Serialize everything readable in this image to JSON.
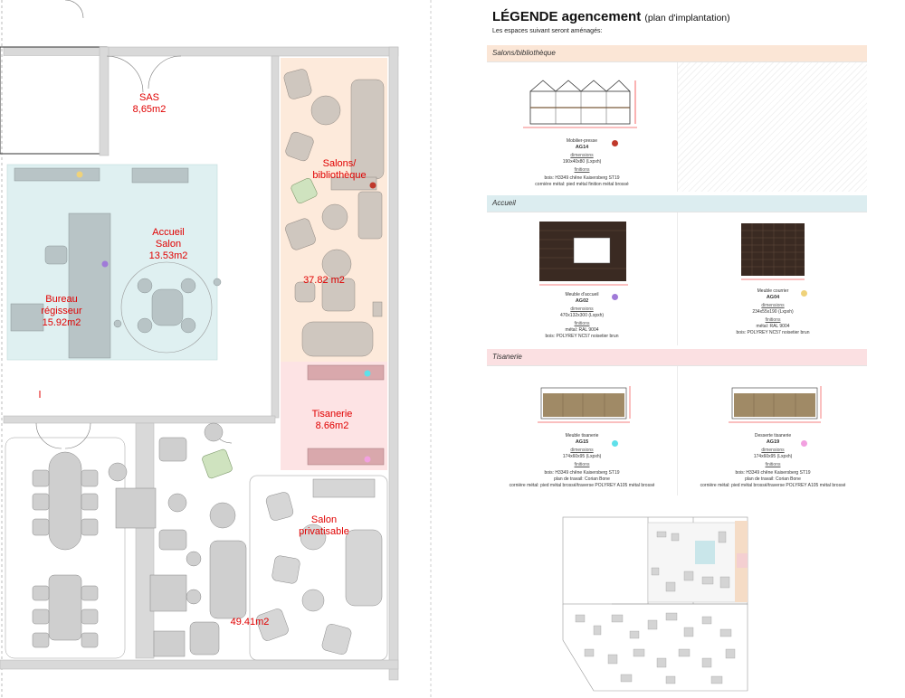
{
  "plan": {
    "rooms": [
      {
        "name": "SAS",
        "area": "8,65m2"
      },
      {
        "name": "Accueil\nSalon",
        "area": "13.53m2"
      },
      {
        "name": "Bureau\nrégisseur",
        "area": "15.92m2"
      },
      {
        "name": "Salons/\nbibliothèque",
        "area": "37.82 m2"
      },
      {
        "name": "Tisanerie",
        "area": "8.66m2"
      },
      {
        "name": "Salon\nprivatisable",
        "area": "49.41m2"
      }
    ]
  },
  "legend": {
    "title": "LÉGENDE agencement",
    "title_paren": "(plan d'implantation)",
    "subtitle": "Les espaces suivant seront aménagés:",
    "sections": [
      {
        "name": "Salons/bibliothèque",
        "color": "#fbe6d6",
        "items": [
          {
            "name": "Mobilier-presse",
            "code": "AG14",
            "dot": "#c0392b",
            "dimensions_label": "dimensions",
            "dimensions": "190x40x80 (Lxpxh)",
            "finitions_label": "finitions",
            "finitions": [
              "bois: H3349 chêne Kaisersberg ST19",
              "cornière métal: pied métal finition métal brossé"
            ]
          }
        ]
      },
      {
        "name": "Accueil",
        "color": "#dcedf0",
        "items": [
          {
            "name": "Meuble d'accueil",
            "code": "AG02",
            "dot": "#a07ad8",
            "dimensions_label": "dimensions",
            "dimensions": "470x132x300 (Lxpxh)",
            "finitions_label": "finitions",
            "finitions": [
              "métal: RAL 9004",
              "bois: POLYREY NC57 noisetier brun"
            ]
          },
          {
            "name": "Meuble courrier",
            "code": "AG04",
            "dot": "#efd27a",
            "dimensions_label": "dimensions",
            "dimensions": "234x55x190 (Lxpxh)",
            "finitions_label": "finitions",
            "finitions": [
              "métal: RAL 9004",
              "bois: POLYREY NC57 noisetier brun"
            ]
          }
        ]
      },
      {
        "name": "Tisanerie",
        "color": "#fbe0e2",
        "items": [
          {
            "name": "Meuble tisanerie",
            "code": "AG15",
            "dot": "#5fe0ea",
            "dimensions_label": "dimensions",
            "dimensions": "174x60x95 (Lxpxh)",
            "finitions_label": "finitions",
            "finitions": [
              "bois: H3349 chêne Kaisersberg ST19",
              "plan de travail: Corian Bone",
              "cornière métal: pied métal brossé/traverse POLYREY A105 métal brossé"
            ]
          },
          {
            "name": "Desserte tisanerie",
            "code": "AG19",
            "dot": "#f2a0e0",
            "dimensions_label": "dimensions",
            "dimensions": "174x60x95 (Lxpxh)",
            "finitions_label": "finitions",
            "finitions": [
              "bois: H3349 chêne Kaisersberg ST19",
              "plan de travail: Corian Bone",
              "cornière métal: pied métal brossé/traverse POLYREY A105 métal brossé"
            ]
          }
        ]
      }
    ]
  }
}
